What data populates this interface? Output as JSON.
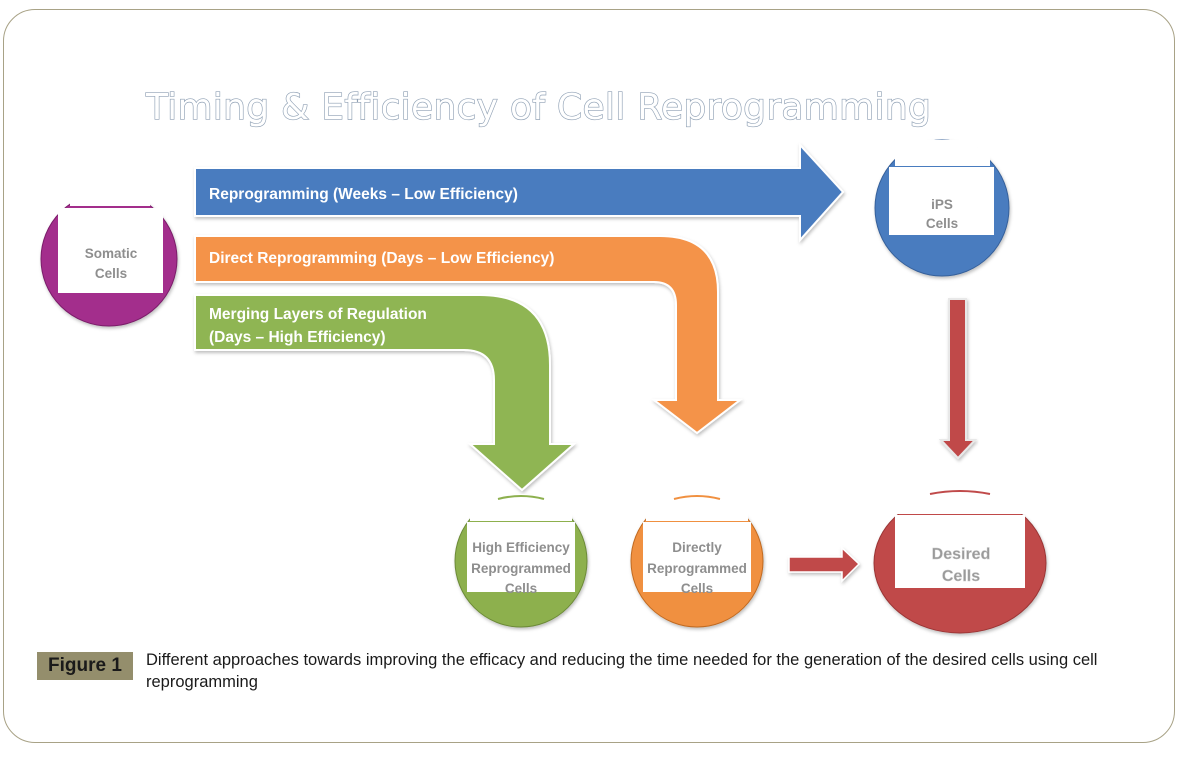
{
  "diagram": {
    "title": "Timing & Efficiency of Cell Reprogramming",
    "nodes": {
      "somatic": {
        "line1": "Somatic",
        "line2": "Cells",
        "color": "#a32e8c"
      },
      "ips": {
        "line1": "iPS",
        "line2": "Cells",
        "color": "#4a7cbf"
      },
      "high_efficiency": {
        "line1": "High Efficiency",
        "line2": "Reprogrammed",
        "line3": "Cells",
        "color": "#8db04e"
      },
      "directly": {
        "line1": "Directly",
        "line2": "Reprogrammed",
        "line3": "Cells",
        "color": "#f09040"
      },
      "desired": {
        "line1": "Desired",
        "line2": "Cells",
        "color": "#c04a4a"
      }
    },
    "arrows": {
      "reprogramming": {
        "label": "Reprogramming (Weeks – Low Efficiency)",
        "color": "#4a7cbf",
        "from": "somatic",
        "to": "ips"
      },
      "direct": {
        "label": "Direct Reprogramming (Days – Low Efficiency)",
        "color": "#f4934a",
        "from": "somatic",
        "to": "directly"
      },
      "merging": {
        "line1": "Merging Layers of Regulation",
        "line2": "(Days – High Efficiency)",
        "color": "#8fb553",
        "from": "somatic",
        "to": "high_efficiency"
      },
      "ips_to_desired": {
        "color": "#c04a4a",
        "from": "ips",
        "to": "desired"
      },
      "directly_to_desired": {
        "color": "#c04a4a",
        "from": "directly",
        "to": "desired"
      }
    }
  },
  "figure": {
    "label": "Figure 1",
    "caption": "Different approaches towards improving the efficacy and reducing the time needed for the generation of the desired cells using cell reprogramming"
  }
}
